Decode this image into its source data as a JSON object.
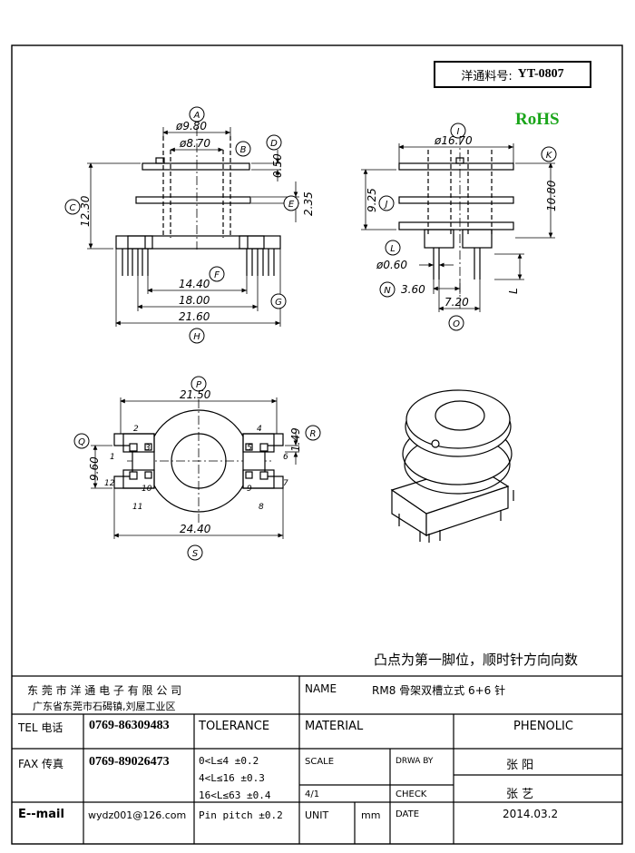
{
  "part_box": {
    "label": "洋通料号:",
    "value": "YT-0807"
  },
  "rohs": "RoHS",
  "dimensions": {
    "A": "ø9.80",
    "B": "ø8.70",
    "C": "12.30",
    "D": "0.50",
    "E": "2.35",
    "F": "14.40",
    "G": "18.00",
    "H": "21.60",
    "I": "ø16.70",
    "J": "9.25",
    "K": "10.80",
    "L": "ø0.60",
    "N": "3.60",
    "O": "7.20",
    "L_len": "L",
    "P": "21.50",
    "Q": "9.60",
    "R": "1.49",
    "S": "24.40"
  },
  "callouts": [
    "A",
    "B",
    "C",
    "D",
    "E",
    "F",
    "G",
    "H",
    "I",
    "J",
    "K",
    "L",
    "N",
    "O",
    "P",
    "Q",
    "R",
    "S"
  ],
  "pins": [
    "1",
    "2",
    "3",
    "4",
    "5",
    "6",
    "7",
    "8",
    "9",
    "10",
    "11",
    "12"
  ],
  "note": "凸点为第一脚位，顺时针方向向数",
  "title_block": {
    "company": "东 莞 市 洋 通 电 子 有 限 公 司",
    "address": "广东省东莞市石碣镇,刘屋工业区",
    "name_label": "NAME",
    "name_value": "RM8 骨架双槽立式 6+6 针",
    "tel_label": "TEL 电话",
    "tel_value": "0769-86309483",
    "tolerance_label": "TOLERANCE",
    "material_label": "MATERIAL",
    "material_value": "PHENOLIC",
    "fax_label": "FAX 传真",
    "fax_value": "0769-89026473",
    "tol_1": "0<L≤4   ±0.2",
    "tol_2": "4<L≤16  ±0.3",
    "tol_3": "16<L≤63  ±0.4",
    "pin_pitch": "Pin pitch ±0.2",
    "scale_label": "SCALE",
    "scale_value": "4/1",
    "drawby_label": "DRWA BY",
    "drawby_value": "张  阳",
    "check_label": "CHECK",
    "check_value": "张  艺",
    "email_label": "E--mail",
    "email_value": "wydz001@126.com",
    "unit_label": "UNIT",
    "unit_value": "mm",
    "date_label": "DATE",
    "date_value": "2014.03.2"
  }
}
